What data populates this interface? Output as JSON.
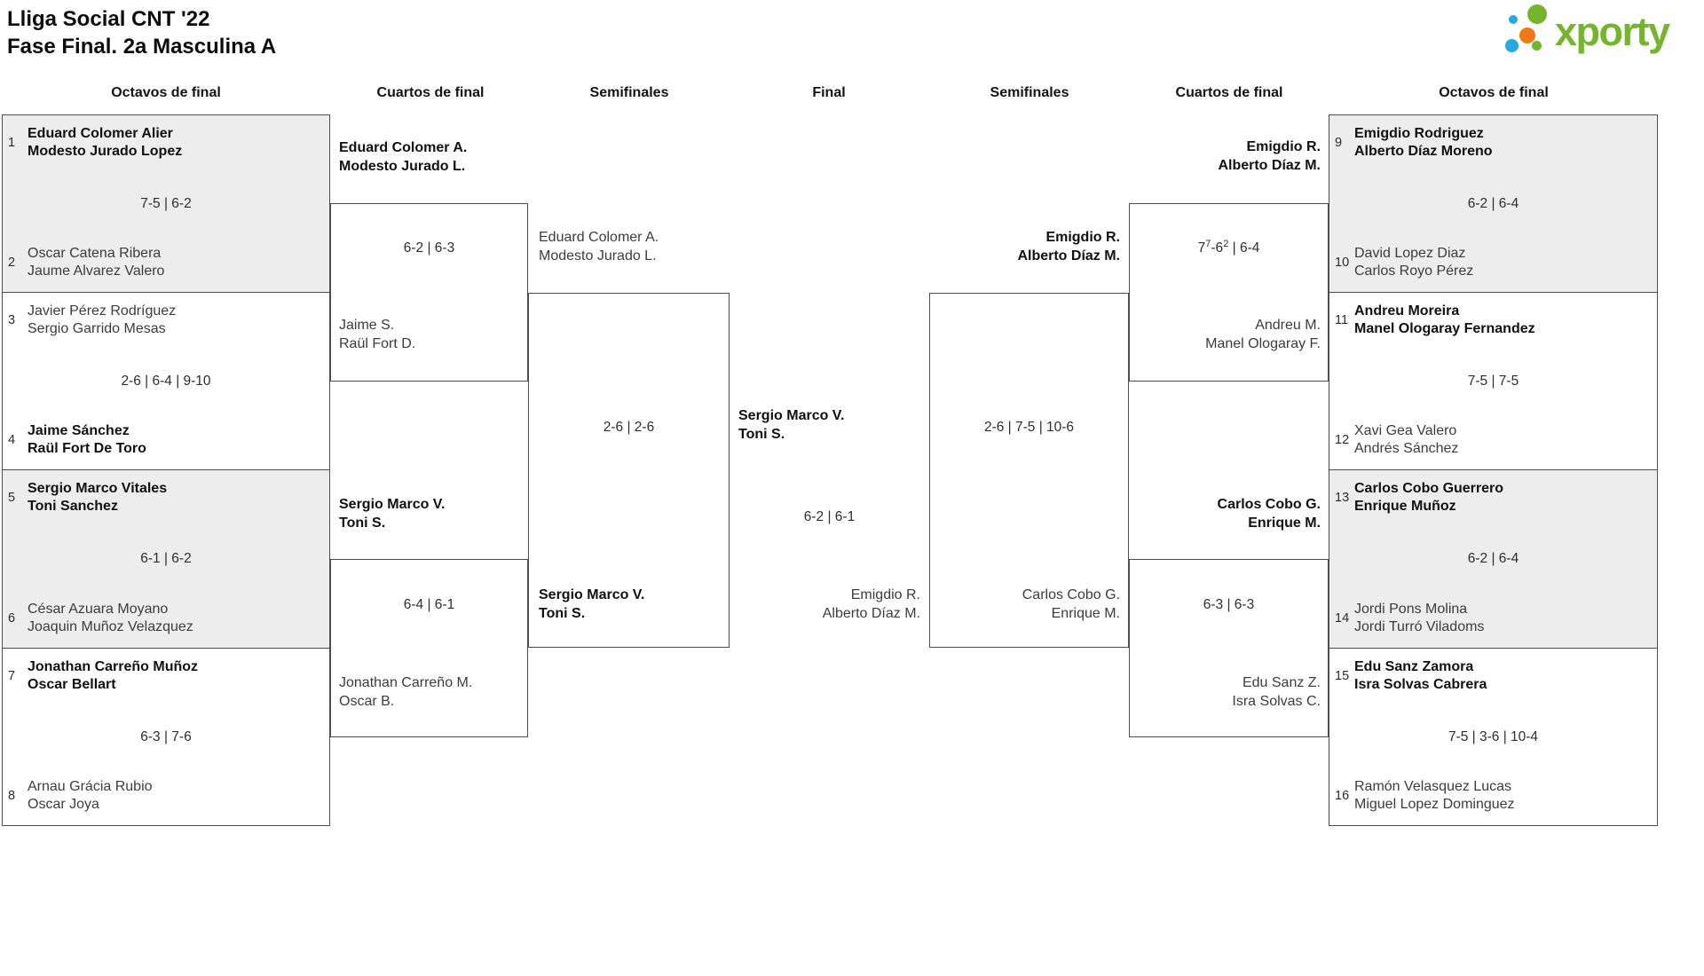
{
  "title": {
    "line1": "Lliga Social CNT '22",
    "line2": "Fase Final. 2a Masculina A"
  },
  "logo": {
    "text": "xporty"
  },
  "colors": {
    "logo_green": "#74b52c",
    "logo_blue": "#29a8e0",
    "logo_orange": "#ef7918",
    "line": "#4d4d4d",
    "block_fill": "#ededed"
  },
  "headers": [
    "Octavos de final",
    "Cuartos de final",
    "Semifinales",
    "Final",
    "Semifinales",
    "Cuartos de final",
    "Octavos de final"
  ],
  "ol": [
    {
      "s1": "1",
      "t1a": "Eduard Colomer Alier",
      "t1b": "Modesto Jurado Lopez",
      "sc": "7-5 | 6-2",
      "s2": "2",
      "t2a": "Oscar Catena Ribera",
      "t2b": "Jaume Alvarez Valero"
    },
    {
      "s1": "3",
      "t1a": "Javier Pérez Rodríguez",
      "t1b": "Sergio Garrido Mesas",
      "sc": "2-6 | 6-4 | 9-10",
      "s2": "4",
      "t2a": "Jaime Sánchez",
      "t2b": "Raül Fort De Toro"
    },
    {
      "s1": "5",
      "t1a": "Sergio Marco Vitales",
      "t1b": "Toni Sanchez",
      "sc": "6-1 | 6-2",
      "s2": "6",
      "t2a": "César Azuara Moyano",
      "t2b": "Joaquin Muñoz Velazquez"
    },
    {
      "s1": "7",
      "t1a": "Jonathan Carreño Muñoz",
      "t1b": "Oscar Bellart",
      "sc": "6-3 | 7-6",
      "s2": "8",
      "t2a": "Arnau Grácia Rubio",
      "t2b": "Oscar Joya"
    }
  ],
  "or": [
    {
      "s1": "9",
      "t1a": "Emigdio Rodriguez",
      "t1b": "Alberto Díaz Moreno",
      "sc": "6-2 | 6-4",
      "s2": "10",
      "t2a": "David Lopez Diaz",
      "t2b": "Carlos Royo Pérez"
    },
    {
      "s1": "11",
      "t1a": "Andreu Moreira",
      "t1b": "Manel Ologaray Fernandez",
      "sc": "7-5 | 7-5",
      "s2": "12",
      "t2a": "Xavi Gea Valero",
      "t2b": "Andrés Sánchez"
    },
    {
      "s1": "13",
      "t1a": "Carlos Cobo Guerrero",
      "t1b": "Enrique Muñoz",
      "sc": "6-2 | 6-4",
      "s2": "14",
      "t2a": "Jordi Pons Molina",
      "t2b": "Jordi Turró Viladoms"
    },
    {
      "s1": "15",
      "t1a": "Edu Sanz Zamora",
      "t1b": "Isra Solvas Cabrera",
      "sc": "7-5 | 3-6 | 10-4",
      "s2": "16",
      "t2a": "Ramón Velasquez Lucas",
      "t2b": "Miguel Lopez Dominguez"
    }
  ],
  "cl": [
    {
      "t1a": "Eduard Colomer A.",
      "t1b": "Modesto Jurado L.",
      "sc": "6-2 | 6-3",
      "t2a": "Jaime S.",
      "t2b": "Raül Fort D."
    },
    {
      "t1a": "Sergio Marco V.",
      "t1b": "Toni S.",
      "sc": "6-4 | 6-1",
      "t2a": "Jonathan Carreño M.",
      "t2b": "Oscar B."
    }
  ],
  "cr": [
    {
      "t1a": "Emigdio R.",
      "t1b": "Alberto Díaz M.",
      "scp": {
        "a": "7",
        "b": "7",
        "c": "-6",
        "d": "2",
        "e": " | 6-4"
      },
      "t2a": "Andreu M.",
      "t2b": "Manel Ologaray F."
    },
    {
      "t1a": "Carlos Cobo G.",
      "t1b": "Enrique M.",
      "sc": "6-3 | 6-3",
      "t2a": "Edu Sanz Z.",
      "t2b": "Isra Solvas C."
    }
  ],
  "sl": {
    "t1a": "Eduard Colomer A.",
    "t1b": "Modesto Jurado L.",
    "sc": "2-6 | 2-6",
    "t2a": "Sergio Marco V.",
    "t2b": "Toni S."
  },
  "sr": {
    "t1a": "Emigdio R.",
    "t1b": "Alberto Díaz M.",
    "sc": "2-6 | 7-5 | 10-6",
    "t2a": "Carlos Cobo G.",
    "t2b": "Enrique M."
  },
  "fi": {
    "t1a": "Sergio Marco V.",
    "t1b": "Toni S.",
    "sc": "6-2 | 6-1",
    "t2a": "Emigdio R.",
    "t2b": "Alberto Díaz M."
  }
}
